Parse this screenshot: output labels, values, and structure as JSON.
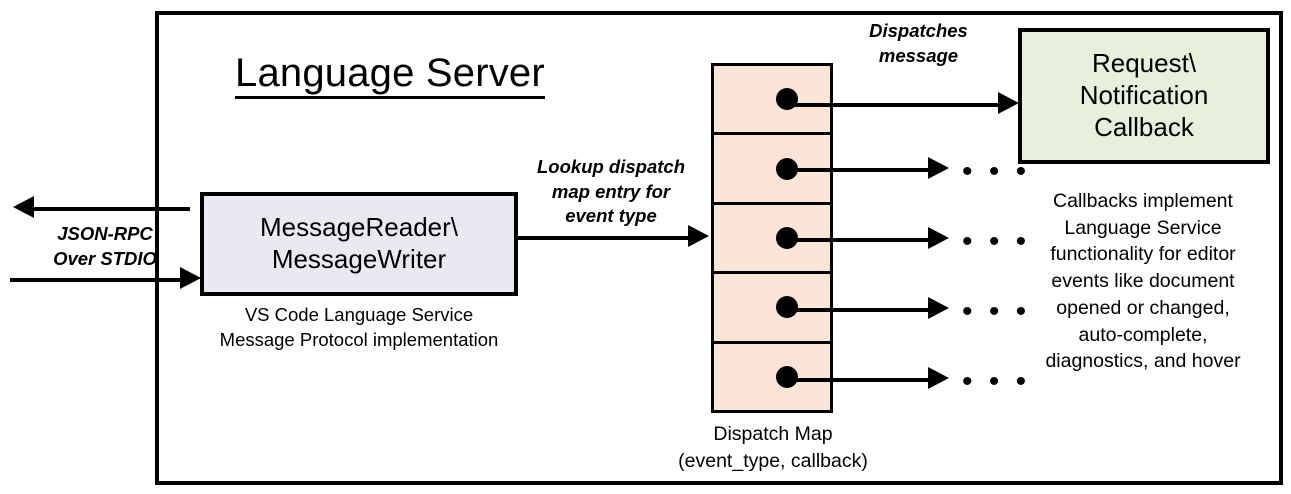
{
  "diagram": {
    "title": "Language Server",
    "frame_label": "language-server-boundary"
  },
  "io": {
    "protocol_label_line1": "JSON-RPC",
    "protocol_label_line2": "Over STDIO"
  },
  "message_io": {
    "box_line1": "MessageReader\\",
    "box_line2": "MessageWriter",
    "caption_line1": "VS Code Language Service",
    "caption_line2": "Message Protocol implementation"
  },
  "lookup": {
    "label_line1": "Lookup dispatch",
    "label_line2": "map entry for",
    "label_line3": "event type"
  },
  "dispatch": {
    "message_label_line1": "Dispatches",
    "message_label_line2": "message",
    "caption_line1": "Dispatch Map",
    "caption_line2": "(event_type, callback)",
    "rows": [
      {
        "id": "row-1",
        "dot": "callback-entry"
      },
      {
        "id": "row-2",
        "dot": "callback-entry"
      },
      {
        "id": "row-3",
        "dot": "callback-entry"
      },
      {
        "id": "row-4",
        "dot": "callback-entry"
      },
      {
        "id": "row-5",
        "dot": "callback-entry"
      }
    ],
    "ellipsis": "• • •"
  },
  "callback": {
    "box_line1": "Request\\",
    "box_line2": "Notification",
    "box_line3": "Callback",
    "caption_line1": "Callbacks implement",
    "caption_line2": "Language Service",
    "caption_line3": "functionality for editor",
    "caption_line4": "events like document",
    "caption_line5": "opened or changed,",
    "caption_line6": "auto-complete,",
    "caption_line7": "diagnostics, and hover"
  },
  "colors": {
    "dispatch_map_fill": "#fbe5d6",
    "message_box_fill": "#ebe8f1",
    "callback_box_fill": "#e7efdd",
    "stroke": "#000000",
    "background": "#ffffff"
  }
}
